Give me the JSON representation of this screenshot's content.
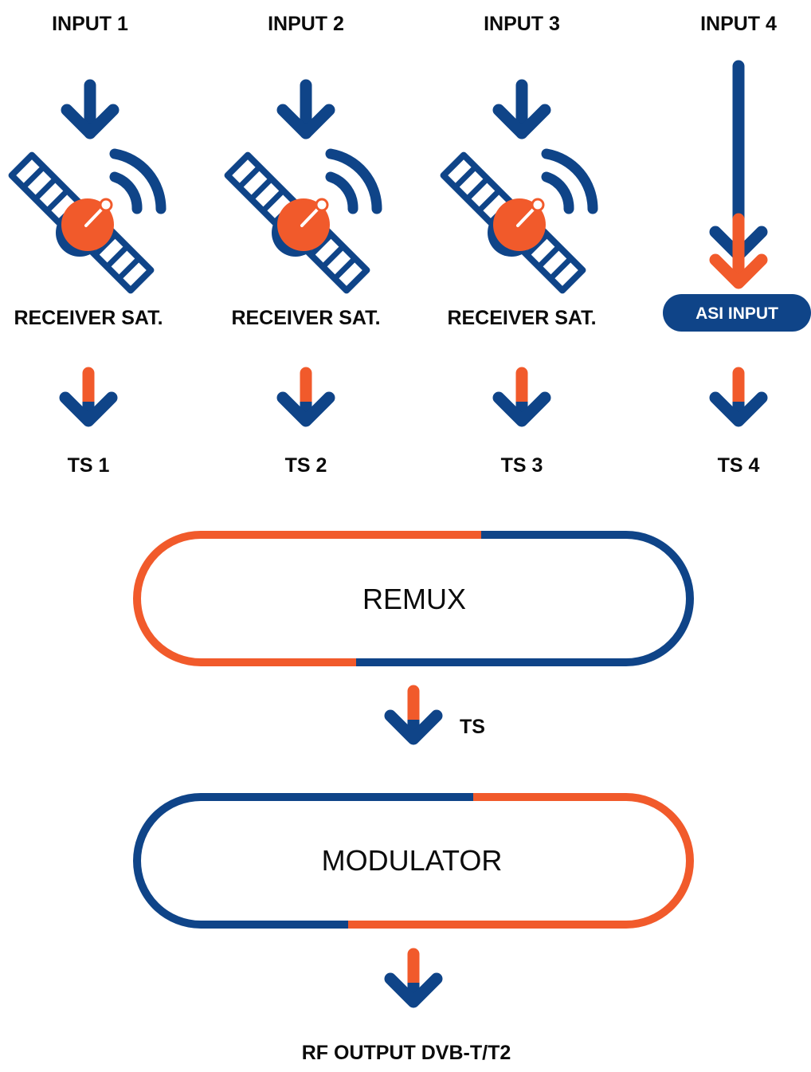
{
  "colors": {
    "blue": "#0f4488",
    "orange": "#f15a2b",
    "text": "#0b0b0b"
  },
  "inputs": [
    {
      "label": "INPUT 1",
      "device": "RECEIVER SAT.",
      "output": "TS 1",
      "icon": "satellite-icon"
    },
    {
      "label": "INPUT 2",
      "device": "RECEIVER SAT.",
      "output": "TS 2",
      "icon": "satellite-icon"
    },
    {
      "label": "INPUT 3",
      "device": "RECEIVER SAT.",
      "output": "TS 3",
      "icon": "satellite-icon"
    },
    {
      "label": "INPUT 4",
      "device": "ASI INPUT",
      "output": "TS 4",
      "icon": "asi-input-badge"
    }
  ],
  "remux": {
    "label": "REMUX"
  },
  "link": {
    "label": "TS"
  },
  "modulator": {
    "label": "MODULATOR"
  },
  "output": {
    "label": "RF OUTPUT DVB-T/T2"
  }
}
